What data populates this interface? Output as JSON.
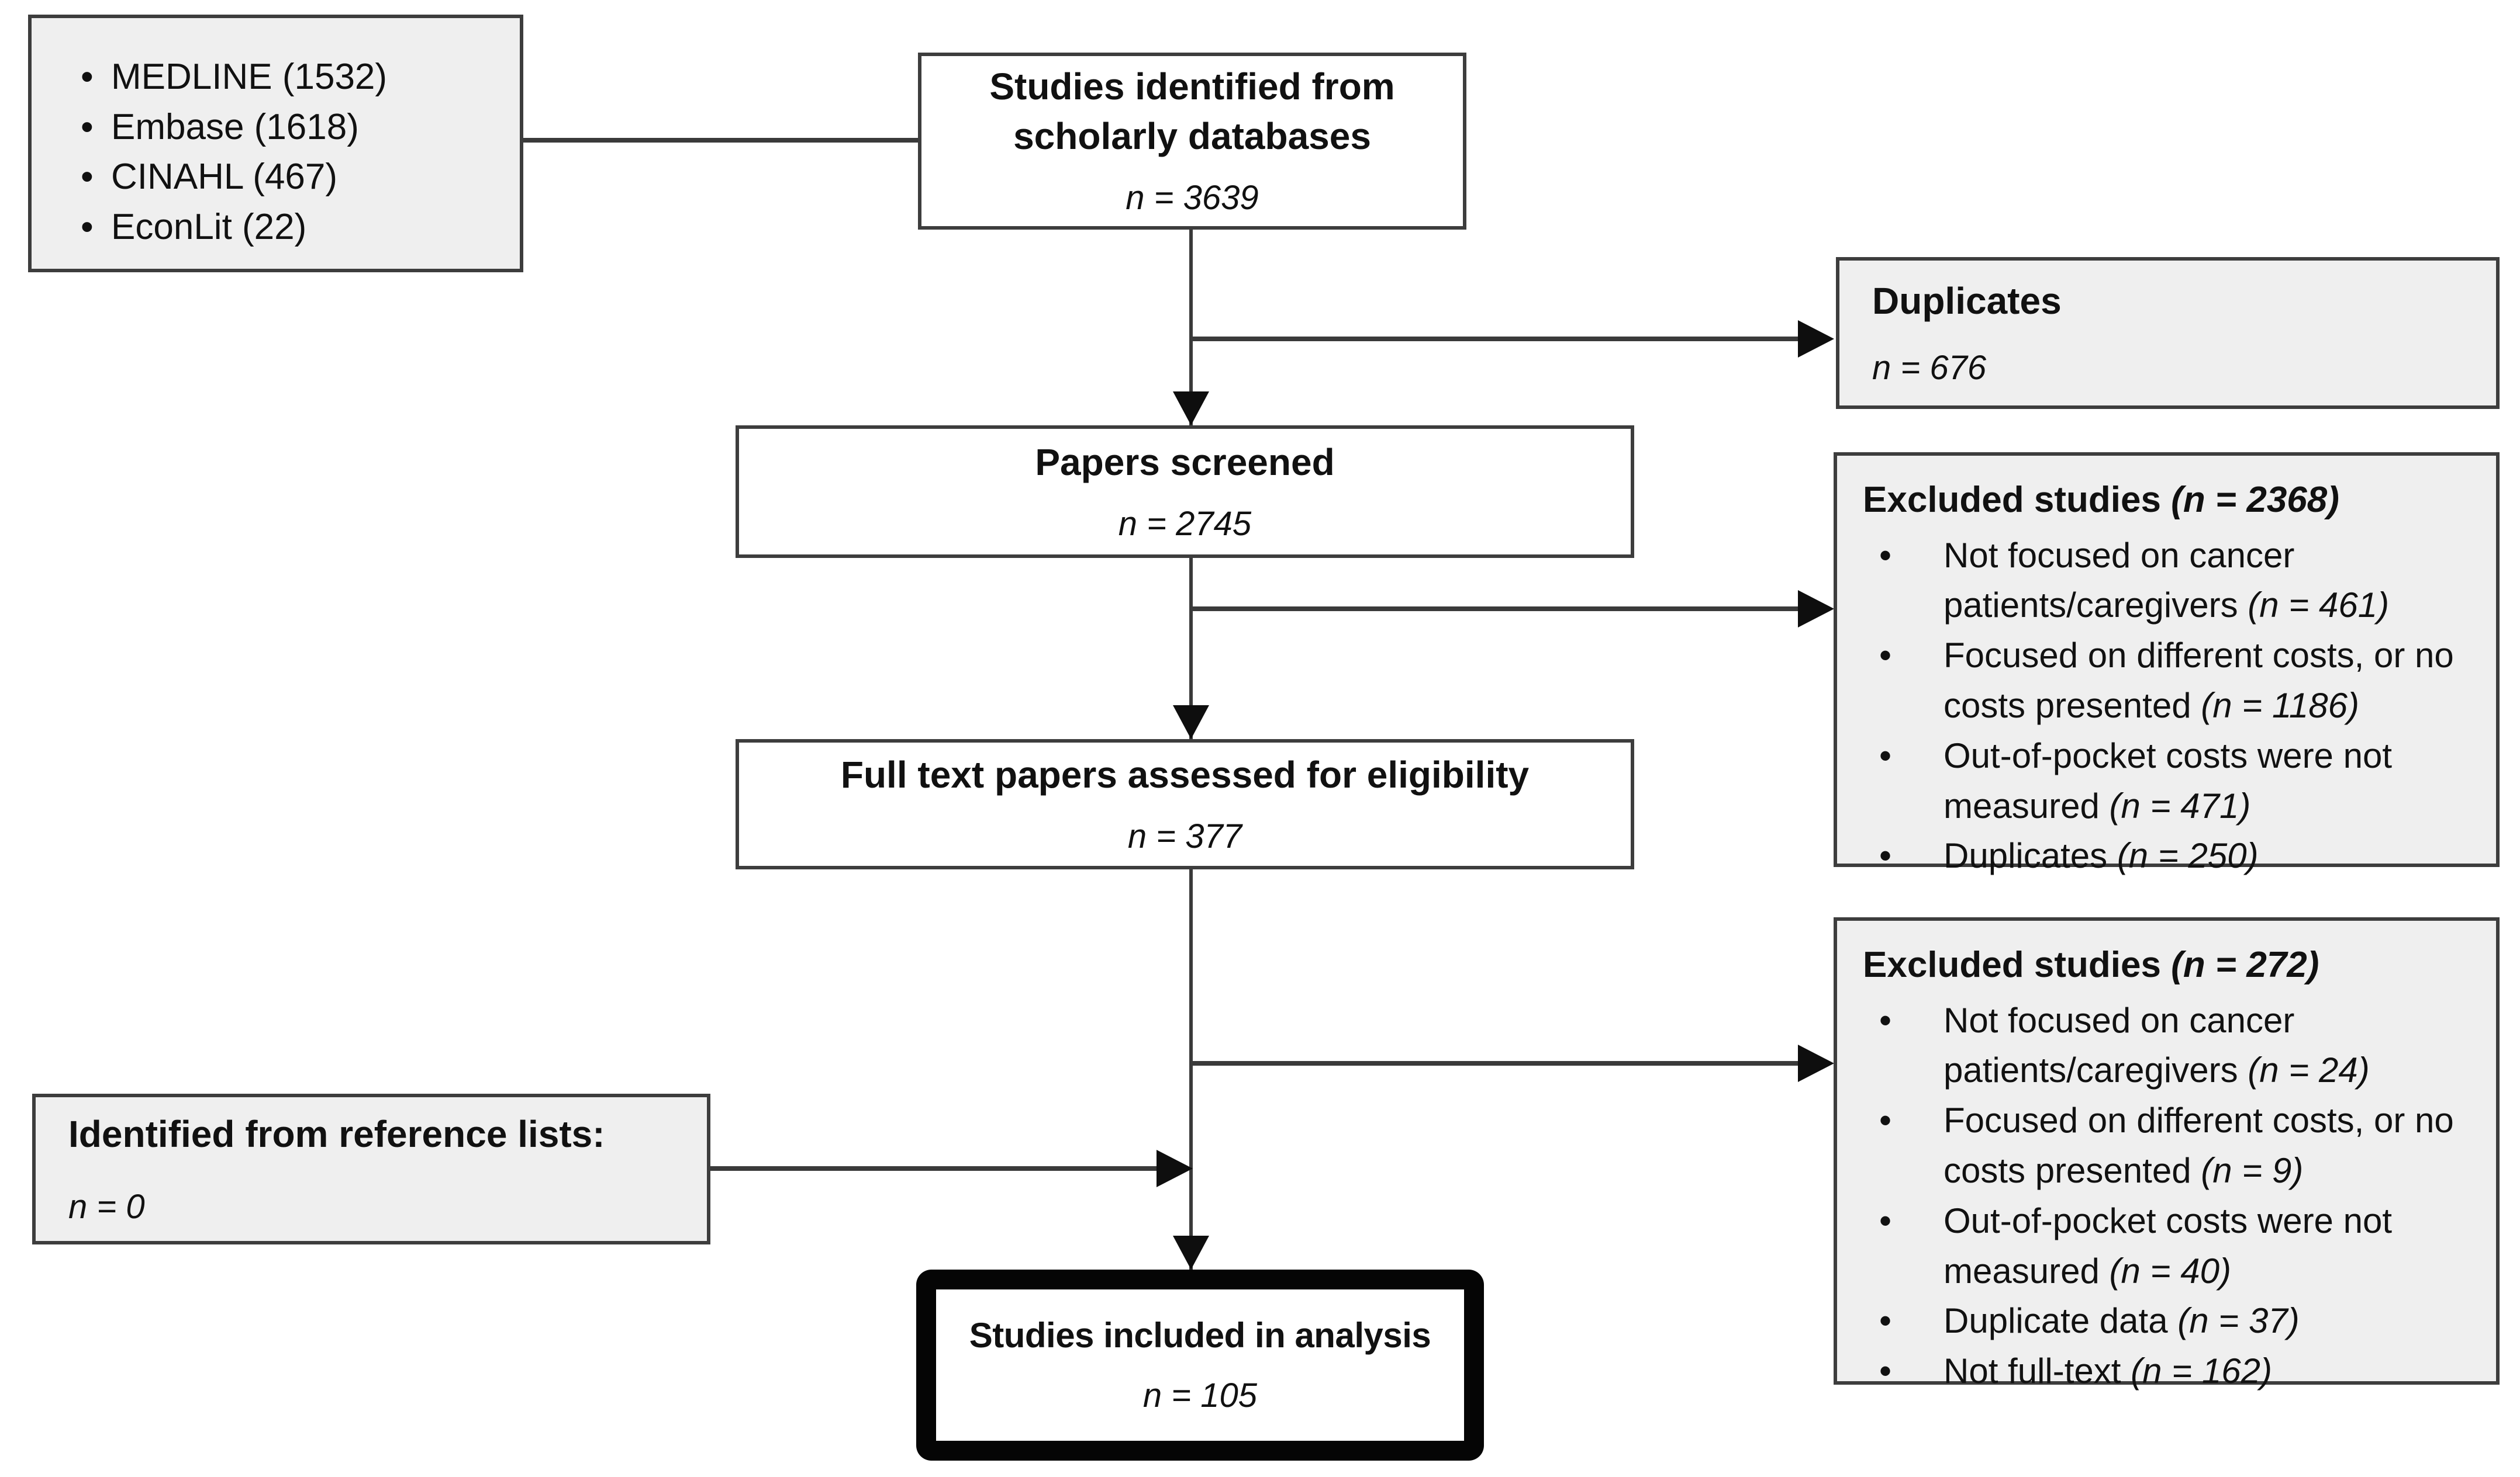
{
  "diagram": {
    "type": "prisma-flow",
    "sources": {
      "items": [
        "MEDLINE (1532)",
        "Embase (1618)",
        "CINAHL (467)",
        "EconLit (22)"
      ]
    },
    "identified": {
      "title": "Studies identified from scholarly databases",
      "n": "n = 3639"
    },
    "duplicates": {
      "title": "Duplicates",
      "n": "n = 676"
    },
    "screened": {
      "title": "Papers screened",
      "n": "n = 2745"
    },
    "excluded_screening": {
      "title": "Excluded studies",
      "title_n": "(n = 2368)",
      "items": [
        {
          "text": "Not focused on cancer patients/caregivers",
          "n": "(n = 461)"
        },
        {
          "text": "Focused on different costs, or no costs presented",
          "n": "(n = 1186)"
        },
        {
          "text": "Out-of-pocket costs were not measured",
          "n": "(n = 471)"
        },
        {
          "text": "Duplicates",
          "n": "(n = 250)"
        }
      ]
    },
    "fulltext": {
      "title": "Full text papers assessed for eligibility",
      "n": "n = 377"
    },
    "excluded_fulltext": {
      "title": "Excluded studies",
      "title_n": "(n = 272)",
      "items": [
        {
          "text": "Not focused on cancer patients/caregivers",
          "n": "(n = 24)"
        },
        {
          "text": "Focused on different costs, or no costs presented",
          "n": "(n = 9)"
        },
        {
          "text": "Out-of-pocket costs were not measured",
          "n": "(n = 40)"
        },
        {
          "text": "Duplicate data",
          "n": "(n = 37)"
        },
        {
          "text": "Not full-text",
          "n": "(n = 162)"
        }
      ]
    },
    "reference_lists": {
      "title": "Identified from reference lists:",
      "n": "n = 0"
    },
    "included": {
      "title": "Studies included in analysis",
      "n": "n = 105"
    }
  },
  "colors": {
    "box_fill_gray": "#efefef",
    "box_fill_white": "#ffffff",
    "box_border": "#3d3d3d",
    "connector_line": "#3a3a3a",
    "emphasis_border": "#050505"
  }
}
